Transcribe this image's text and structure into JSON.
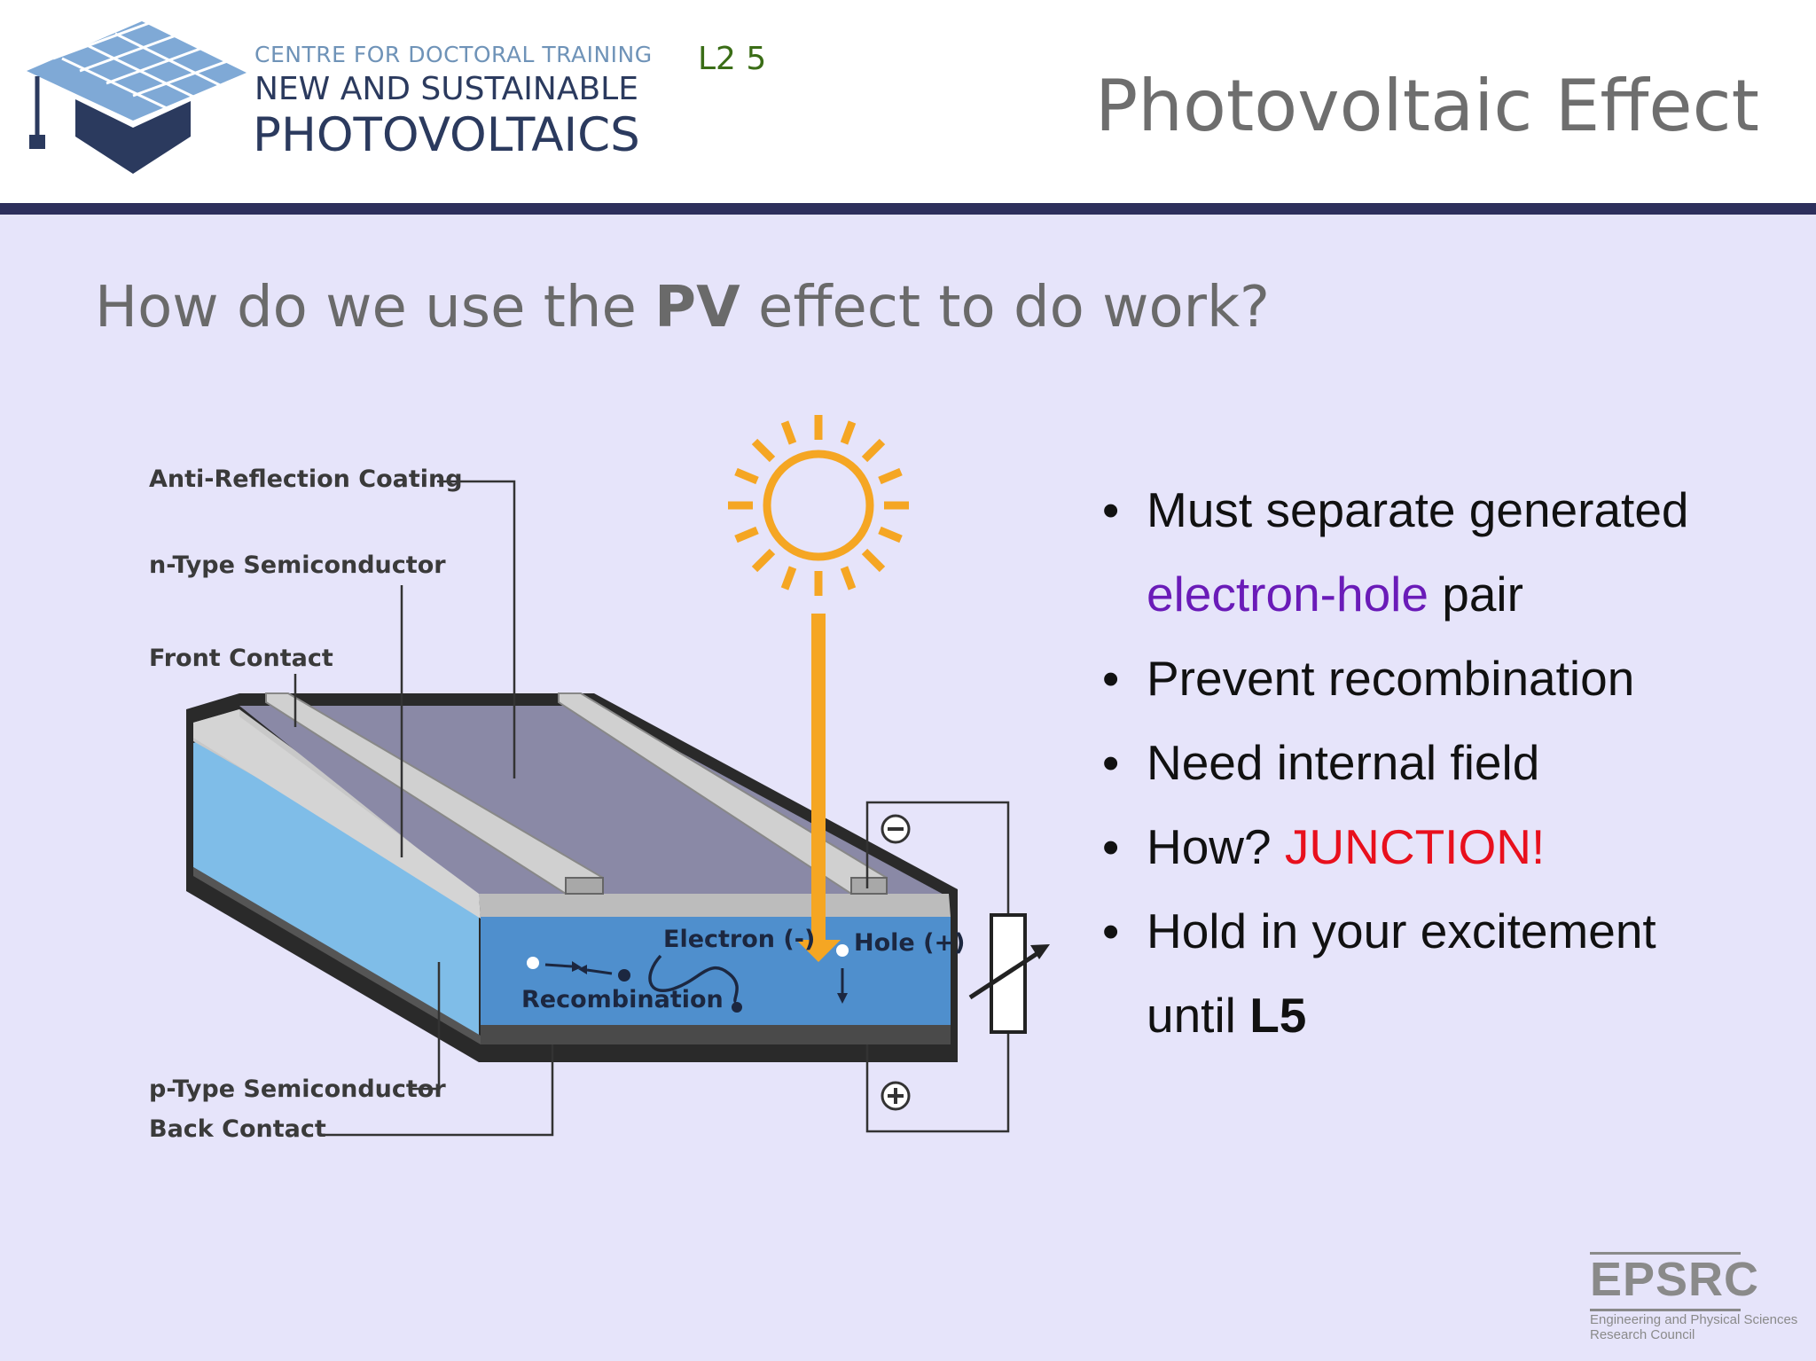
{
  "header": {
    "logo_line1": "CENTRE FOR DOCTORAL TRAINING",
    "logo_line2": "NEW AND SUSTAINABLE",
    "logo_line3": "PHOTOVOLTAICS",
    "lecture_code": "L2 5",
    "title": "Photovoltaic Effect"
  },
  "question": {
    "before": "How do we use the ",
    "bold": "PV",
    "after": " effect to do work?"
  },
  "diagram": {
    "labels": {
      "anti_reflection": "Anti-Reflection Coating",
      "n_type": "n-Type Semiconductor",
      "front_contact": "Front Contact",
      "p_type": "p-Type Semiconductor",
      "back_contact": "Back Contact",
      "electron": "Electron (-)",
      "hole": "Hole (+)",
      "recombination": "Recombination"
    },
    "icons": [
      "sun-icon",
      "minus-terminal-icon",
      "plus-terminal-icon",
      "variable-resistor-icon"
    ]
  },
  "bullets": {
    "b1_line1": "Must separate generated",
    "b1_purple": "electron-hole",
    "b1_rest": " pair",
    "b2": "Prevent recombination",
    "b3": "Need internal field",
    "b4_text": "How? ",
    "b4_red": "JUNCTION!",
    "b5_line1": "Hold in your excitement",
    "b5_text": "until ",
    "b5_bold": "L5"
  },
  "footer": {
    "epsrc_name": "EPSRC",
    "epsrc_sub1": "Engineering and Physical Sciences",
    "epsrc_sub2": "Research Council"
  },
  "colors": {
    "header_rule": "#2d2f5c",
    "background": "#e6e4fa",
    "purple_text": "#6a1bb8",
    "red_text": "#e8101d",
    "sun": "#f5a623"
  }
}
